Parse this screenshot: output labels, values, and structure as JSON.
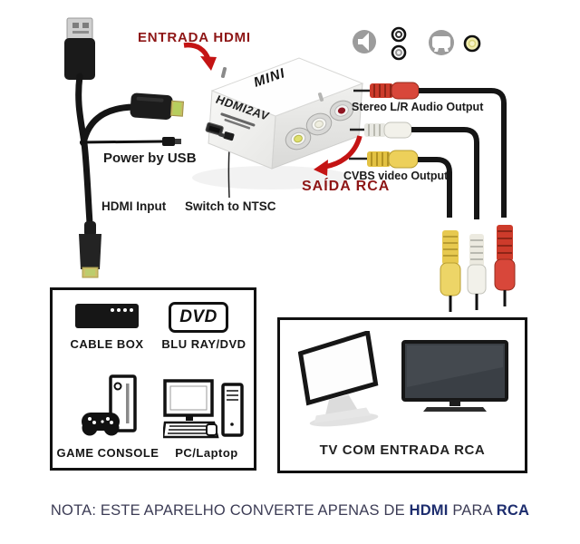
{
  "device": {
    "brand": "MINI",
    "model": "HDMI2AV"
  },
  "annotations": {
    "entrada_hdmi": "ENTRADA HDMI",
    "saida_rca": "SAÍDA RCA",
    "power_by_usb": "Power by USB",
    "hdmi_input": "HDMI Input",
    "switch_to_ntsc": "Switch to NTSC",
    "stereo_audio_output": "Stereo L/R Audio Output",
    "cvbs_video_output": "CVBS video Output"
  },
  "output_icons": {
    "audio": "speaker-icon",
    "audio_jacks": "audio-rca-jacks-icon",
    "video": "tv-icon",
    "video_jack": "video-rca-jack-icon"
  },
  "sources_box": {
    "items": [
      {
        "name": "cable-box",
        "label": "CABLE BOX",
        "icon": "cable-box-icon"
      },
      {
        "name": "blu-ray-dvd",
        "label": "BLU RAY/DVD",
        "icon": "dvd-logo",
        "logo_text": "DVD"
      },
      {
        "name": "game-console",
        "label": "GAME CONSOLE",
        "icon": "game-console-icon"
      },
      {
        "name": "pc-laptop",
        "label": "PC/Laptop",
        "icon": "pc-icon"
      }
    ]
  },
  "tv_box": {
    "label": "TV COM ENTRADA RCA",
    "icons": [
      "imac-monitor-icon",
      "flat-tv-icon"
    ]
  },
  "note": {
    "prefix": "NOTA: ESTE APARELHO CONVERTE APENAS DE ",
    "highlight_1": "HDMI",
    "middle": " PARA ",
    "highlight_2": "RCA"
  },
  "colors": {
    "label_red": "#8e1616",
    "arrow_red": "#c41414",
    "note_text": "#3c3c55",
    "note_highlight": "#1d2d6e",
    "rca_red": "#cd3b2b",
    "rca_white": "#efeee8",
    "rca_yellow": "#e7c94f"
  }
}
